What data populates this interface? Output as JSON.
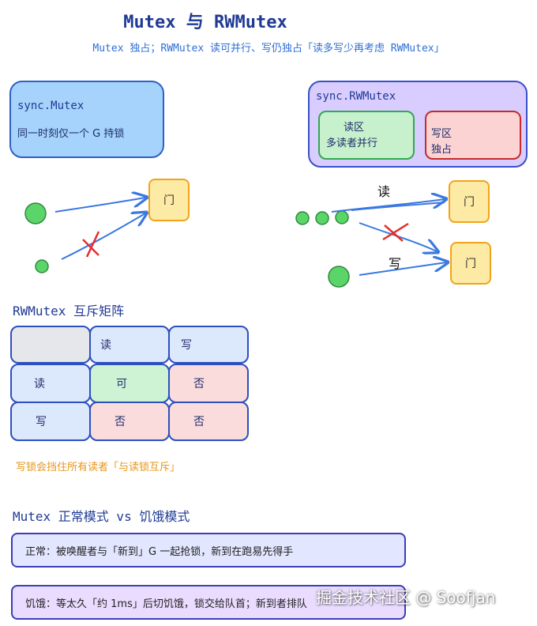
{
  "title": "Mutex 与 RWMutex",
  "subtitle": "Mutex 独占；RWMutex 读可并行、写仍独占「读多写少再考虑 RWMutex」",
  "mutex_box": {
    "title": "sync.Mutex",
    "desc": "同一时刻仅一个 G 持锁",
    "door": "门"
  },
  "rw_box": {
    "title": "sync.RWMutex",
    "read_zone": {
      "title": "读区",
      "desc": "多读者并行"
    },
    "write_zone": {
      "title": "写区",
      "desc": "独占"
    },
    "read_label": "读",
    "write_label": "写",
    "door_read": "门",
    "door_write": "门"
  },
  "matrix": {
    "title": "RWMutex 互斥矩阵",
    "header": [
      "",
      "读",
      "写"
    ],
    "rows": [
      {
        "label": "读",
        "cells": [
          "可",
          "否"
        ]
      },
      {
        "label": "写",
        "cells": [
          "否",
          "否"
        ]
      }
    ],
    "note": "写锁会挡住所有读者「与读锁互斥」"
  },
  "modes": {
    "title": "Mutex 正常模式 vs 饥饿模式",
    "normal": "正常：被唤醒者与「新到」G 一起抢锁，新到在跑易先得手",
    "starvation": "饥饿：等太久「约 1ms」后切饥饿，锁交给队首；新到者排队"
  },
  "watermark": "掘金技术社区 @ Soofjan",
  "colors": {
    "title": "#1f3a93",
    "subtitle": "#2f6fd6",
    "arrow": "#3b78e0",
    "goroutine": "#5bd46a",
    "block_mark": "#e0302f",
    "note": "#e8961a"
  }
}
